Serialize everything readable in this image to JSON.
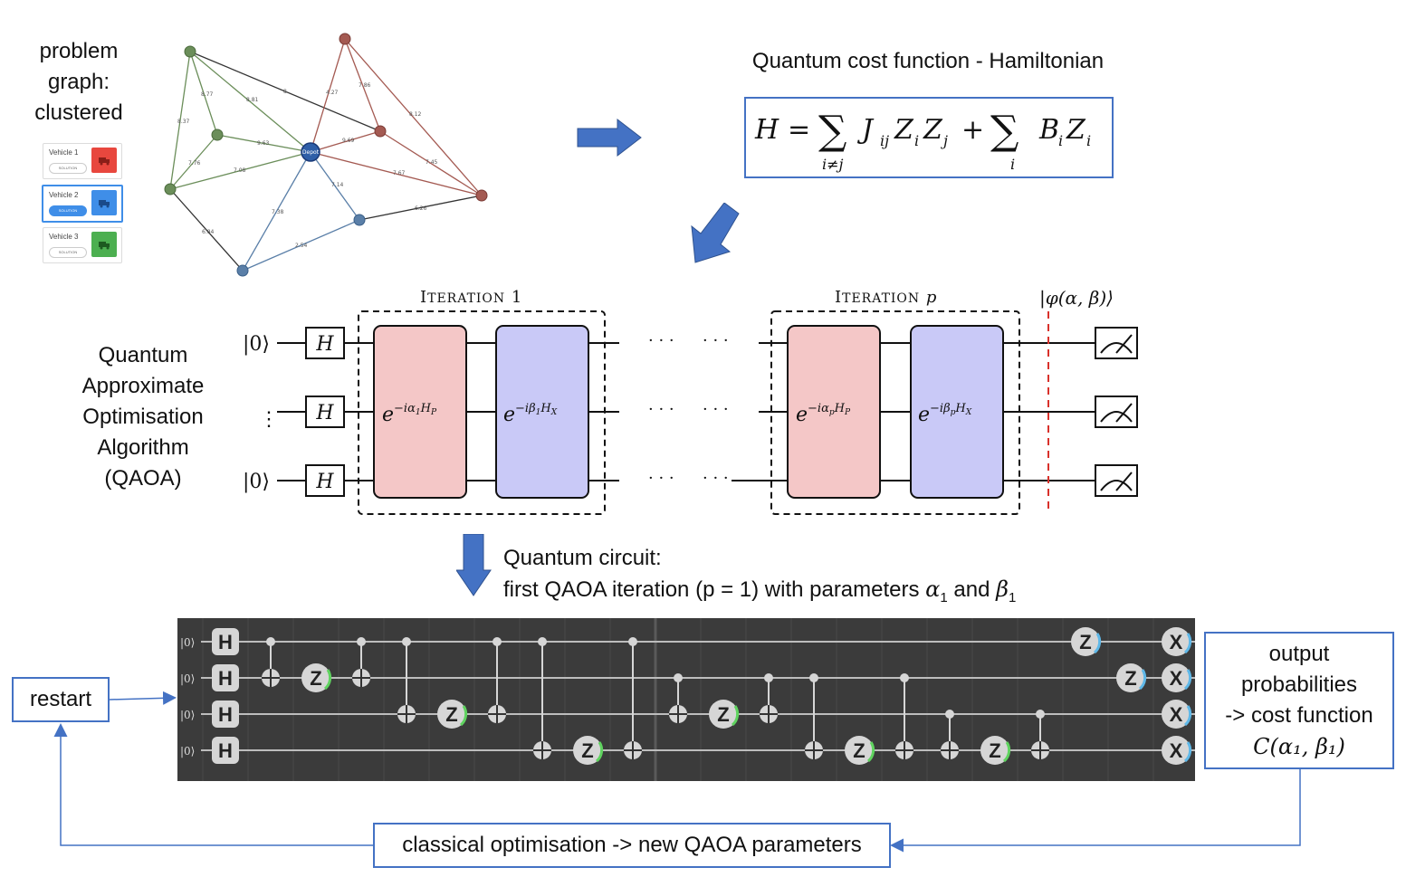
{
  "problem_graph": {
    "label_line1": "problem",
    "label_line2": "graph:",
    "label_line3": "clustered",
    "depot_label": "Depot",
    "edge_labels": [
      "8",
      "8.81",
      "8.77",
      "8.37",
      "9.63",
      "7.76",
      "7.08",
      "6.84",
      "7.38",
      "2.54",
      "7.14",
      "6.26",
      "4.27",
      "7.86",
      "8.12",
      "9.69",
      "7.67",
      "7.45"
    ],
    "vehicles": [
      {
        "name": "Vehicle 1",
        "button": "SOLUTION",
        "color": "#e8473e"
      },
      {
        "name": "Vehicle 2",
        "button": "SOLUTION",
        "color": "#3f8ee8"
      },
      {
        "name": "Vehicle 3",
        "button": "SOLUTION",
        "color": "#4caf50"
      }
    ],
    "cluster_colors": {
      "green": "#6b8e5a",
      "red": "#a45a52",
      "blue": "#5a7fa8",
      "depot": "#2f5fa8"
    }
  },
  "hamiltonian": {
    "title": "Quantum cost function - Hamiltonian",
    "lhs": "H",
    "eq": "=",
    "sum": "∑",
    "sub1": "i≠j",
    "term1": "J",
    "term1_sub": "ij",
    "z1": "Z",
    "z1_sub": "i",
    "z2": "Z",
    "z2_sub": "j",
    "plus": "+",
    "sub2": "i",
    "term2": "B",
    "term2_sub": "i",
    "z3": "Z",
    "z3_sub": "i"
  },
  "qaoa": {
    "label_line1": "Quantum",
    "label_line2": "Approximate",
    "label_line3": "Optimisation",
    "label_line4": "Algorithm",
    "label_line5": "(QAOA)",
    "iteration1_title": "Iteration 1",
    "iterationp_title": "Iteration p",
    "state_label": "|φ(α, β)⟩",
    "ket0": "|0⟩",
    "vdots": "⋮",
    "hgate": "H",
    "dots": "· · ·",
    "cost_gate_1": "e^{−iα₁H_P}",
    "mixer_gate_1": "e^{−iβ₁H_X}",
    "cost_gate_p": "e^{−iα_pH_P}",
    "mixer_gate_p": "e^{−iβ_pH_X}"
  },
  "circuit": {
    "caption_line1": "Quantum circuit:",
    "caption_line2_prefix": "first QAOA iteration  (p = 1) with parameters ",
    "alpha": "α",
    "alpha_sub": "1",
    "and": " and ",
    "beta": "β",
    "beta_sub": "1",
    "ket0": "|0⟩",
    "hgate": "H",
    "zgate": "Z",
    "xgate": "X"
  },
  "loop": {
    "restart_label": "restart",
    "output_line1": "output",
    "output_line2": "probabilities",
    "output_line3": "-> cost function",
    "output_line4": "C(α₁, β₁)",
    "classical_label": "classical optimisation -> new QAOA parameters"
  },
  "colors": {
    "arrow_blue": "#4472c4",
    "box_blue": "#4472c4",
    "cost_gate_fill": "#f4c7c7",
    "mixer_gate_fill": "#c9c9f7",
    "circuit_bg": "#3b3b3b",
    "barrier_red": "#d9312b"
  }
}
